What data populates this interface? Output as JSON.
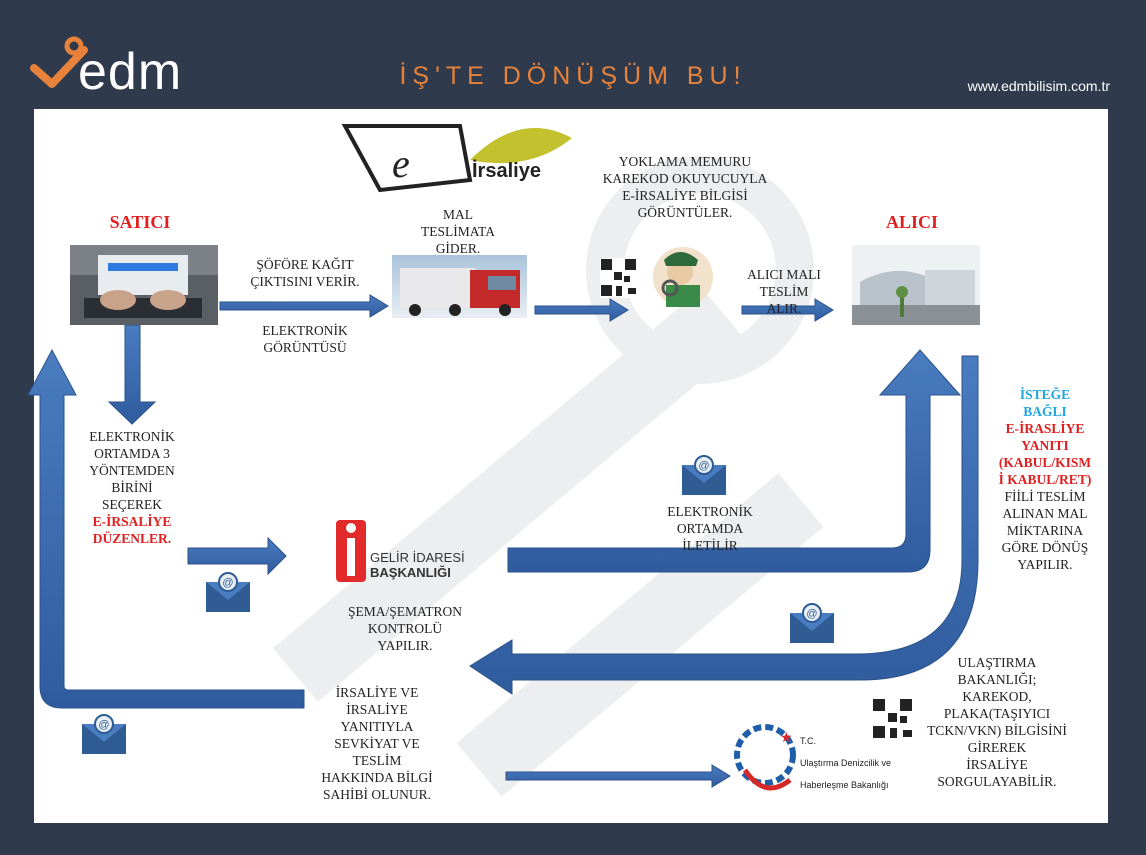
{
  "header": {
    "logo": "edm",
    "title": "İŞ'TE DÖNÜŞÜM BU!",
    "website": "www.edmbilisim.com.tr"
  },
  "eirsaliye_logo": {
    "letter": "e",
    "text": "İrsaliye"
  },
  "gib_logo": {
    "line1": "GELİR İDARESİ",
    "line2": "BAŞKANLIĞI"
  },
  "bakanlik_logo": {
    "line1": "T.C.",
    "line2": "Ulaştırma Denizcilik ve",
    "line3": "Haberleşme Bakanlığı"
  },
  "labels": {
    "satici": "SATICI",
    "alici": "ALICI",
    "sofore": [
      "ŞÖFÖRE KAĞIT",
      "ÇIKTISINI VERİR."
    ],
    "elektronik_goruntu": [
      "ELEKTRONİK",
      "GÖRÜNTÜSÜ"
    ],
    "mal_teslimata": [
      "MAL",
      "TESLİMATA",
      "GİDER."
    ],
    "yoklama": [
      "YOKLAMA MEMURU",
      "KAREKOD OKUYUCUYLA",
      "E-İRSALİYE BİLGİSİ",
      "GÖRÜNTÜLER."
    ],
    "alici_mali": [
      "ALICI MALI",
      "TESLİM",
      "ALIR."
    ],
    "elektronik_ortamda_3": [
      "ELEKTRONİK",
      "ORTAMDA 3",
      "YÖNTEMDEN",
      "BİRİNİ",
      "SEÇEREK"
    ],
    "eirsaliye_duzenler": [
      "E-İRSALİYE",
      "DÜZENLER."
    ],
    "elektronik_iletilir": [
      "ELEKTRONİK",
      "ORTAMDA",
      "İLETİLİR"
    ],
    "istege_bagli": [
      "İSTEĞE",
      "BAĞLI"
    ],
    "eirsaliye_yaniti": [
      "E-İRASLİYE",
      "YANITI",
      "(KABUL/KISM",
      "İ KABUL/RET)"
    ],
    "fiili_teslim": [
      "FİİLİ TESLİM",
      "ALINAN MAL",
      "MİKTARINA",
      "GÖRE DÖNÜŞ",
      "YAPILIR."
    ],
    "sema": [
      "ŞEMA/ŞEMATRON",
      "KONTROLÜ",
      "YAPILIR."
    ],
    "irsaliye_ve": [
      "İRSALİYE VE",
      "İRSALİYE",
      "YANITIYLA",
      "SEVKİYAT  VE",
      "TESLİM",
      "HAKKINDA BİLGİ",
      "SAHİBİ OLUNUR."
    ],
    "ulastirma": [
      "ULAŞTIRMA",
      "BAKANLIĞI;",
      "KAREKOD,",
      "PLAKA(TAŞIYICI",
      "TCKN/VKN) BİLGİSİNİ",
      "GİREREK",
      "İRSALİYE",
      "SORGULAYABİLİR."
    ]
  },
  "colors": {
    "background": "#2f3b4c",
    "accent": "#e8823a",
    "arrow": "#3f6fb3",
    "arrow_dark": "#2a528c",
    "red": "#e02020",
    "blue": "#1fa5e0"
  },
  "icons": [
    "email-icon",
    "qr-code-icon",
    "inspector-icon",
    "laptop-photo",
    "truck-photo",
    "warehouse-photo"
  ]
}
